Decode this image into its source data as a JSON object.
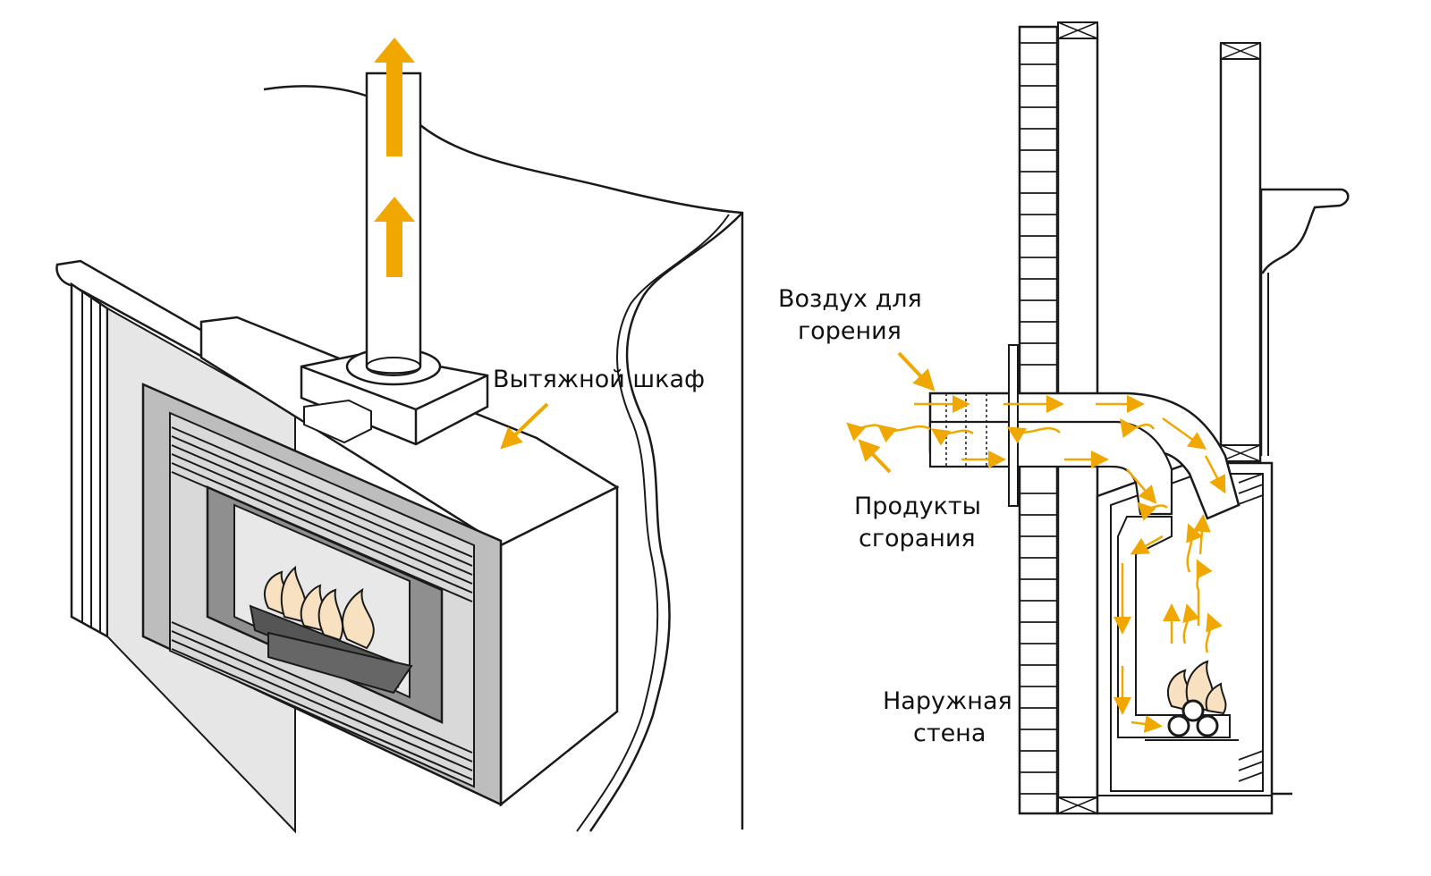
{
  "colors": {
    "flow_arrow": "#f0a800",
    "line": "#1a1a1a",
    "grey_light": "#e6e6e6",
    "grey_mid": "#bdbdbd",
    "grey_dark": "#8f8f8f",
    "flame": "#f7e1c0"
  },
  "labels": {
    "hood": "Вытяжной шкаф",
    "combustion_air_line1": "Воздух для",
    "combustion_air_line2": "горения",
    "exhaust_line1": "Продукты",
    "exhaust_line2": "сгорания",
    "outer_wall_line1": "Наружная",
    "outer_wall_line2": "стена"
  }
}
